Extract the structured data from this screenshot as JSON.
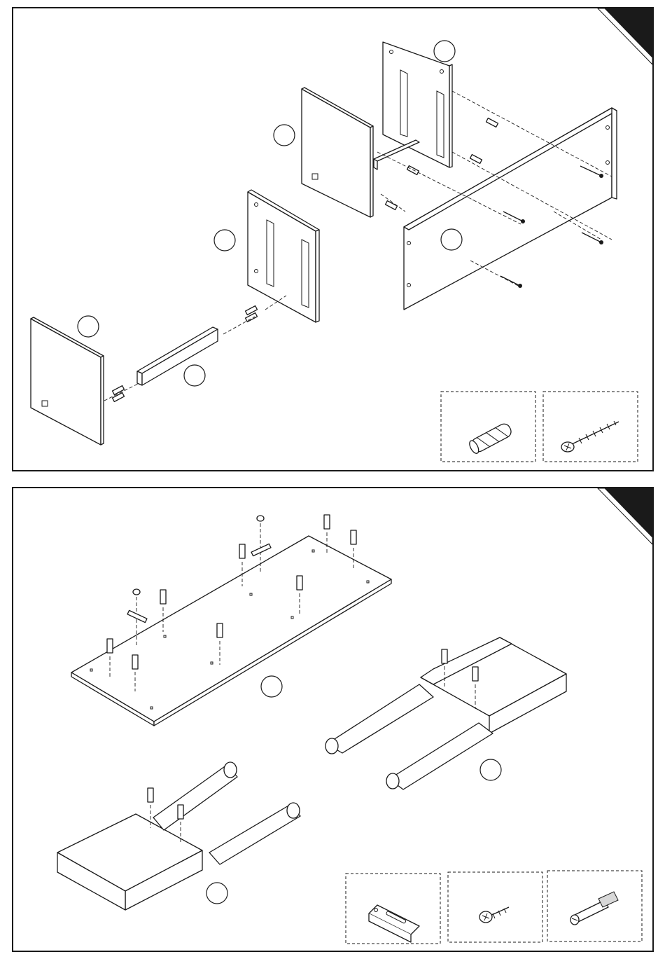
{
  "figure": {
    "panels": [
      {
        "id": "assembly-step-carcass",
        "callouts": 6,
        "hardware_boxes": [
          "wooden-dowel",
          "wood-screw"
        ]
      },
      {
        "id": "assembly-step-top-and-legs",
        "callouts": 3,
        "hardware_boxes": [
          "l-bracket",
          "short-screw",
          "cam-bolt"
        ]
      }
    ],
    "colors": {
      "line": "#1a1a1a",
      "paper": "#ffffff",
      "corner": "#1a1a1a"
    }
  }
}
